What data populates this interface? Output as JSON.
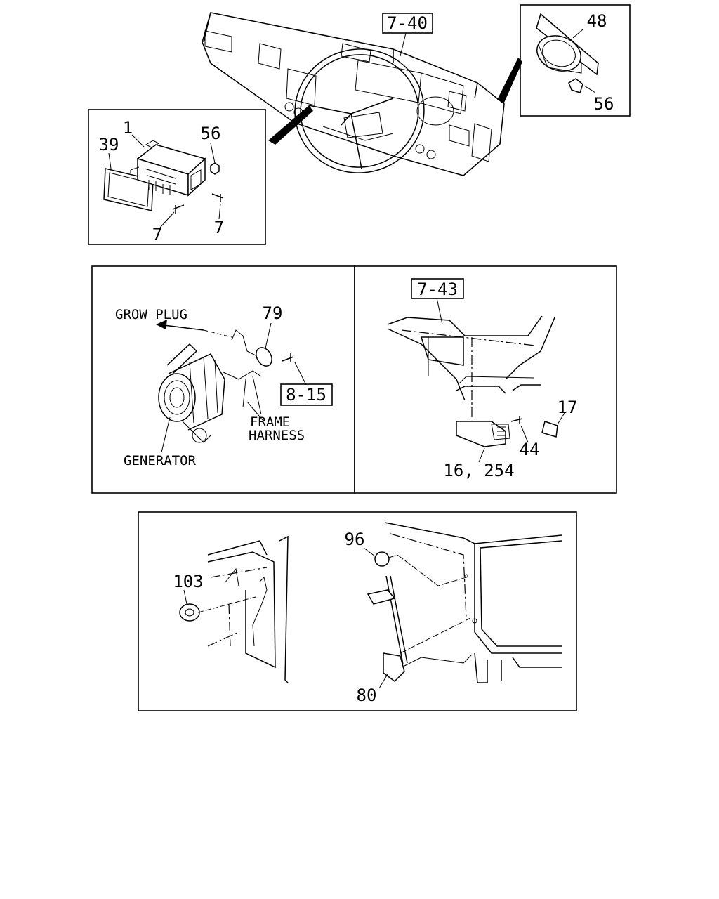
{
  "figure": {
    "panels": [
      {
        "name": "dashboard",
        "reference": "7-40",
        "labels": []
      },
      {
        "name": "radio-unit",
        "labels": [
          "1",
          "39",
          "56",
          "7",
          "7"
        ]
      },
      {
        "name": "speaker",
        "labels": [
          "48",
          "56"
        ]
      },
      {
        "name": "generator",
        "reference": "8-15",
        "labels": [
          "79"
        ],
        "callouts": [
          "GROW PLUG",
          "FRAME",
          "HARNESS",
          "GENERATOR"
        ]
      },
      {
        "name": "ceiling-unit",
        "reference": "7-43",
        "labels": [
          "17",
          "44",
          "16, 254"
        ]
      },
      {
        "name": "antenna",
        "labels": [
          "103",
          "96",
          "80"
        ]
      }
    ]
  }
}
